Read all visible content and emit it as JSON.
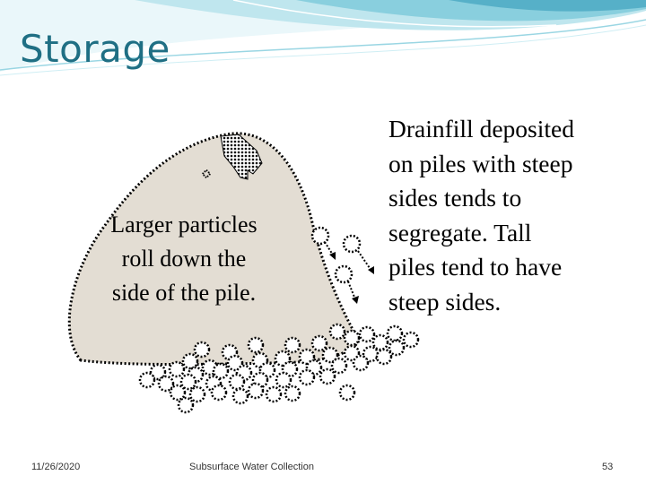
{
  "slide": {
    "title": "Storage",
    "pile_label_lines": [
      "Larger particles",
      "roll down the",
      "side of the pile."
    ],
    "body_lines": [
      "Drainfill deposited",
      "on piles with steep",
      "sides tends to",
      "segregate.  Tall",
      "piles tend to have",
      "steep sides."
    ]
  },
  "footer": {
    "date": "11/26/2020",
    "center": "Subsurface Water Collection",
    "page": "53"
  },
  "colors": {
    "title": "#1f6f84",
    "pile_fill": "#e3ddd3",
    "outline": "#000000",
    "banner_light": "#bfe6ee",
    "banner_dark": "#4aa8c2"
  }
}
